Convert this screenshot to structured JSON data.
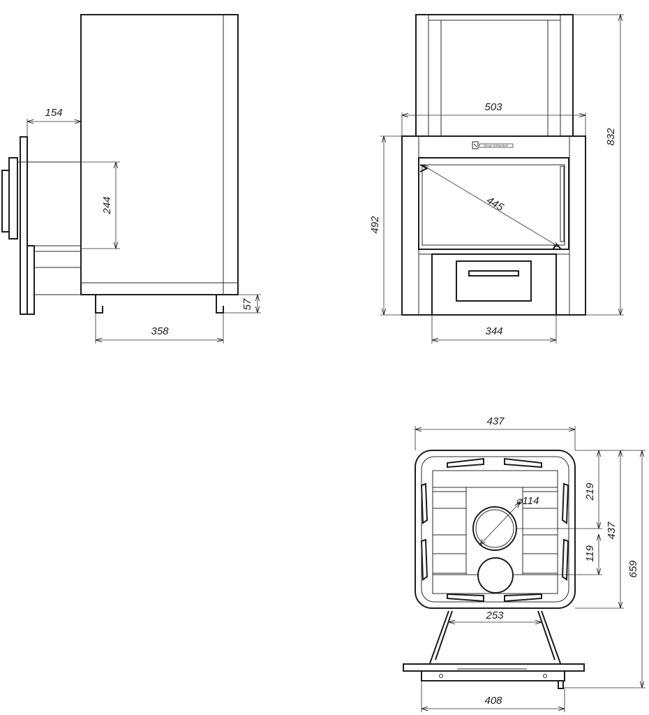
{
  "side_view": {
    "dim_top_depth": "154",
    "dim_door_height": "244",
    "dim_leg_height": "57",
    "dim_body_depth": "358"
  },
  "front_view": {
    "dim_chimney_width": "503",
    "dim_total_height": "832",
    "dim_front_height": "492",
    "dim_glass_diagonal": "445",
    "dim_ashpan_width": "344",
    "logo_text": "ПЕЧИ ТЕРМОФОР"
  },
  "top_view": {
    "dim_top_width": "437",
    "dim_flue_offset": "219",
    "dim_top_depth": "437",
    "dim_flue_diameter": "⌀114",
    "dim_second_offset": "119",
    "dim_total_depth": "659",
    "dim_leg_spacing": "253",
    "dim_base_width": "408"
  }
}
